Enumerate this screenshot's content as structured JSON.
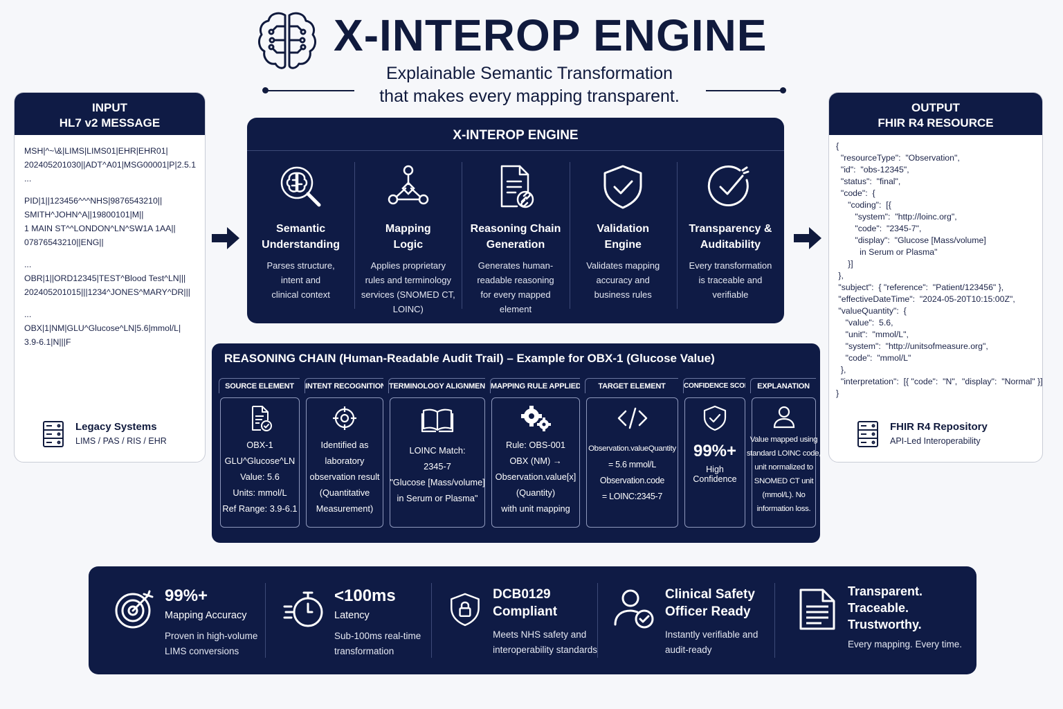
{
  "header": {
    "title": "X-INTEROP ENGINE",
    "subtitle_line1": "Explainable Semantic Transformation",
    "subtitle_line2": "that makes every mapping transparent.",
    "logo_icon": "brain-circuit-icon"
  },
  "input_panel": {
    "title_line1": "INPUT",
    "title_line2": "HL7 v2 MESSAGE",
    "message_groups": [
      [
        "MSH|^~\\&|LIMS|LIMS01|EHR|EHR01|",
        "202405201030||ADT^A01|MSG00001|P|2.5.1",
        "..."
      ],
      [
        "PID|1||123456^^^NHS|9876543210||",
        "SMITH^JOHN^A||19800101|M||",
        "1 MAIN ST^^LONDON^LN^SW1A 1AA||",
        "07876543210||ENG||"
      ],
      [
        "...",
        "OBR|1||ORD12345|TEST^Blood Test^LN|||",
        "202405201015|||1234^JONES^MARY^DR|||"
      ],
      [
        "...",
        "OBX|1|NM|GLU^Glucose^LN|5.6|mmol/L|",
        "3.9-6.1|N|||F"
      ]
    ],
    "footer_title": "Legacy Systems",
    "footer_sub": "LIMS / PAS / RIS / EHR",
    "footer_icon": "server-icon"
  },
  "output_panel": {
    "title_line1": "OUTPUT",
    "title_line2": "FHIR R4 RESOURCE",
    "json_lines": [
      "{",
      "  \"resourceType\":  \"Observation\",",
      "  \"id\":  \"obs-12345\",",
      "  \"status\":  \"final\",",
      "  \"code\":  {",
      "     \"coding\":  [{",
      "        \"system\":  \"http://loinc.org\",",
      "        \"code\":  \"2345-7\",",
      "        \"display\":  \"Glucose [Mass/volume]",
      "          in Serum or Plasma\"",
      "     }]",
      " },",
      " \"subject\":  { \"reference\":  \"Patient/123456\" },",
      " \"effectiveDateTime\":  \"2024-05-20T10:15:00Z\",",
      " \"valueQuantity\":  {",
      "    \"value\":  5.6,",
      "    \"unit\":  \"mmol/L\",",
      "    \"system\":  \"http://unitsofmeasure.org\",",
      "    \"code\":  \"mmol/L\"",
      "  },",
      "  \"interpretation\":  [{ \"code\":  \"N\",  \"display\":  \"Normal\" }]",
      "}"
    ],
    "footer_title": "FHIR R4 Repository",
    "footer_sub": "API-Led Interoperability",
    "footer_icon": "server-icon"
  },
  "engine": {
    "title": "X-INTEROP ENGINE",
    "modules": [
      {
        "icon": "brain-magnifier-icon",
        "title": [
          "Semantic",
          "Understanding"
        ],
        "desc": [
          "Parses structure,",
          "intent and",
          "clinical context"
        ]
      },
      {
        "icon": "network-nodes-icon",
        "title": [
          "Mapping",
          "Logic"
        ],
        "desc": [
          "Applies proprietary",
          "rules and terminology",
          "services (SNOMED CT,",
          "LOINC)"
        ]
      },
      {
        "icon": "document-link-icon",
        "title": [
          "Reasoning Chain",
          "Generation"
        ],
        "desc": [
          "Generates human-",
          "readable reasoning",
          "for every mapped",
          "element"
        ]
      },
      {
        "icon": "shield-check-icon",
        "title": [
          "Validation",
          "Engine"
        ],
        "desc": [
          "Validates mapping",
          "accuracy and",
          "business rules"
        ]
      },
      {
        "icon": "circle-check-icon",
        "title": [
          "Transparency &",
          "Auditability"
        ],
        "desc": [
          "Every transformation",
          "is traceable and",
          "verifiable"
        ]
      }
    ]
  },
  "reasoning_chain": {
    "title": "REASONING CHAIN (Human-Readable Audit Trail) – Example for OBX-1 (Glucose Value)",
    "columns": [
      {
        "header": "SOURCE ELEMENT",
        "icon": "document-check-icon",
        "lines": [
          "OBX-1",
          "GLU^Glucose^LN",
          "Value: 5.6",
          "Units: mmol/L",
          "Ref Range: 3.9-6.1"
        ]
      },
      {
        "header": "INTENT RECOGNITION",
        "icon": "crosshair-icon",
        "lines": [
          "Identified as",
          "laboratory",
          "observation result",
          "(Quantitative",
          "Measurement)"
        ]
      },
      {
        "header": "TERMINOLOGY ALIGNMENT",
        "icon": "open-book-icon",
        "lines": [
          "LOINC Match:",
          "2345-7",
          "\"Glucose [Mass/volume]",
          "in Serum or Plasma\""
        ]
      },
      {
        "header": "MAPPING RULE APPLIED",
        "icon": "gears-icon",
        "lines": [
          "Rule: OBS-001",
          "OBX (NM) →",
          "Observation.value[x]",
          "(Quantity)",
          "with unit mapping"
        ]
      },
      {
        "header": "TARGET ELEMENT",
        "icon": "code-brackets-icon",
        "lines": [
          "Observation.valueQuantity",
          "= 5.6 mmol/L",
          "Observation.code",
          "= LOINC:2345-7"
        ]
      },
      {
        "header": "CONFIDENCE SCORE",
        "icon": "shield-check-icon",
        "value": "99%+",
        "label": "High Confidence"
      },
      {
        "header": "EXPLANATION",
        "icon": "user-icon",
        "lines": [
          "Value mapped using",
          "standard LOINC code,",
          "unit normalized to",
          "SNOMED CT unit",
          "(mmol/L). No",
          "information loss."
        ]
      }
    ]
  },
  "metrics": [
    {
      "icon": "target-icon",
      "value": "99%+",
      "label": "Mapping Accuracy",
      "desc": [
        "Proven in high-volume",
        "LIMS conversions"
      ]
    },
    {
      "icon": "stopwatch-icon",
      "value": "<100ms",
      "label": "Latency",
      "desc": [
        "Sub-100ms real-time",
        "transformation"
      ]
    },
    {
      "icon": "shield-lock-icon",
      "value_lines": [
        "DCB0129",
        "Compliant"
      ],
      "desc": [
        "Meets NHS safety and",
        "interoperability standards"
      ]
    },
    {
      "icon": "user-check-icon",
      "value_lines": [
        "Clinical Safety",
        "Officer Ready"
      ],
      "desc": [
        "Instantly verifiable and",
        "audit-ready"
      ]
    },
    {
      "icon": "document-lines-icon",
      "value_lines": [
        "Transparent.",
        "Traceable.",
        "Trustworthy."
      ],
      "desc": [
        "Every mapping. Every time."
      ]
    }
  ],
  "colors": {
    "navy": "#0f1b45",
    "background": "#f6f7fa",
    "text": "#101a3d"
  }
}
